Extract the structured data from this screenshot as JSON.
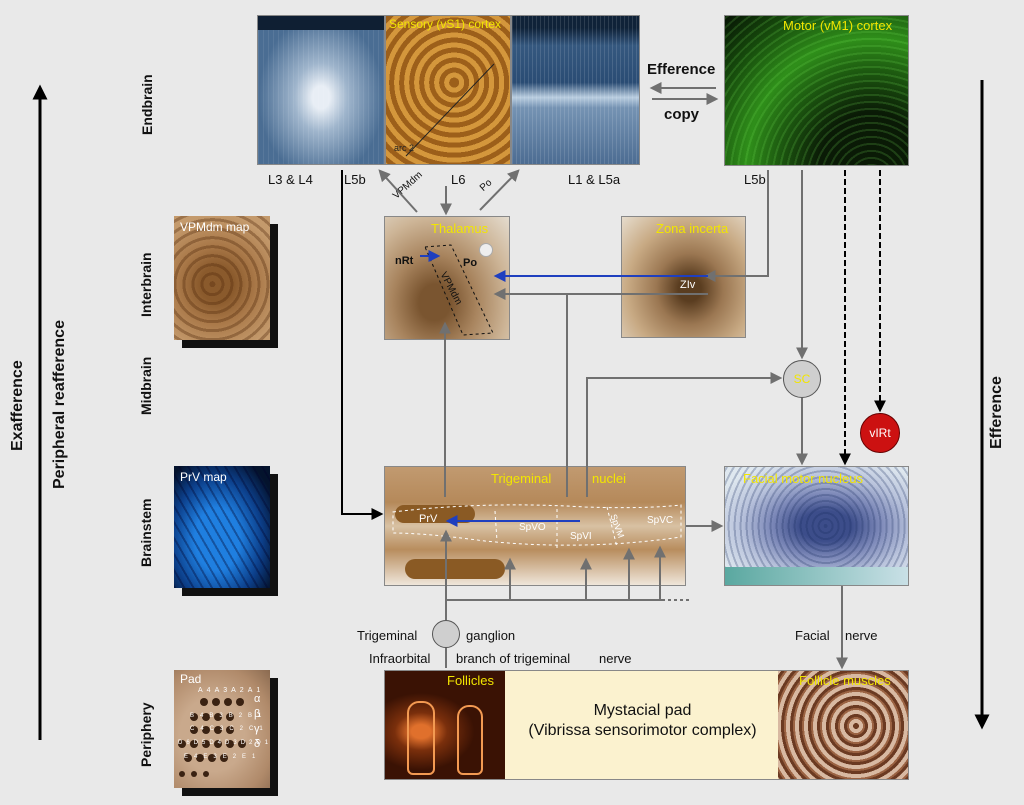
{
  "side": {
    "exafference": "Exafference",
    "peripheral_reafference": "Peripheral reafference",
    "efference": "Efference"
  },
  "rows": {
    "endbrain": "Endbrain",
    "interbrain": "Interbrain",
    "midbrain": "Midbrain",
    "brainstem": "Brainstem",
    "periphery": "Periphery"
  },
  "cortex": {
    "sensory_title": "Sensory (vS1) cortex",
    "motor_title": "Motor (vM1) cortex",
    "arc": "arc 2",
    "layers": {
      "l3l4": "L3 & L4",
      "l5b": "L5b",
      "l6": "L6",
      "l1l5a": "L1 & L5a",
      "motor_l5b": "L5b"
    },
    "efference": "Efference",
    "copy": "copy",
    "vpmdm_arrow": "VPMdm",
    "po_arrow": "Po"
  },
  "thalamus": {
    "title": "Thalamus",
    "nrt": "nRt",
    "po": "Po",
    "vpmdm": "VPMdm"
  },
  "zona": {
    "title": "Zona incerta",
    "ziv": "ZIv"
  },
  "maps": {
    "vpmdm": "VPMdm map",
    "prv": "PrV map",
    "pad": "Pad"
  },
  "nodes": {
    "sc": "SC",
    "virt": "vIRt"
  },
  "trigeminal": {
    "title_a": "Trigeminal",
    "title_b": "nuclei",
    "prv": "PrV",
    "spvo": "SpVO",
    "spvi": "SpVI",
    "spvm": "SpVM",
    "spvc": "SpVC"
  },
  "facial": {
    "title": "Facial motor nucleus",
    "nerve_a": "Facial",
    "nerve_b": "nerve"
  },
  "ganglion": {
    "left": "Trigeminal",
    "right": "ganglion",
    "branch_a": "Infraorbital",
    "branch_b": "branch of trigeminal",
    "branch_c": "nerve"
  },
  "bottom": {
    "follicles": "Follicles",
    "muscles": "Follicle muscles",
    "pad_a": "Mystacial pad",
    "pad_b": "(Vibrissa sensorimotor complex)"
  },
  "pad_labels": {
    "arcs": [
      "A4",
      "A3",
      "A2",
      "A1"
    ],
    "rows": [
      "α",
      "β",
      "γ",
      "δ"
    ],
    "b": [
      "B4",
      "B3",
      "B2",
      "B1"
    ],
    "c": [
      "C4",
      "C3",
      "C2",
      "C1"
    ],
    "d": [
      "D6",
      "D5",
      "D4",
      "D3",
      "D2",
      "D1"
    ],
    "e": [
      "E4",
      "E3",
      "E2",
      "E1"
    ]
  },
  "colors": {
    "arrow_gray": "#707070",
    "arrow_blue": "#1f3fbf",
    "title_yellow": "#f2e600",
    "virt_red": "#cc1111"
  }
}
